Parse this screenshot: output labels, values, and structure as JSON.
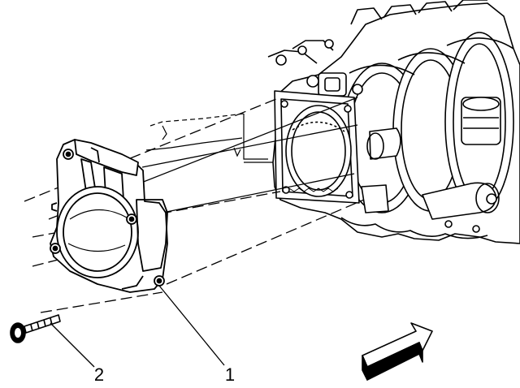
{
  "callouts": [
    {
      "id": 1,
      "label": "1",
      "part": "throttle-body"
    },
    {
      "id": 2,
      "label": "2",
      "part": "throttle-body-bolt"
    }
  ],
  "direction_indicator": "front-arrow",
  "colors": {
    "line": "#000000",
    "background": "#ffffff"
  }
}
